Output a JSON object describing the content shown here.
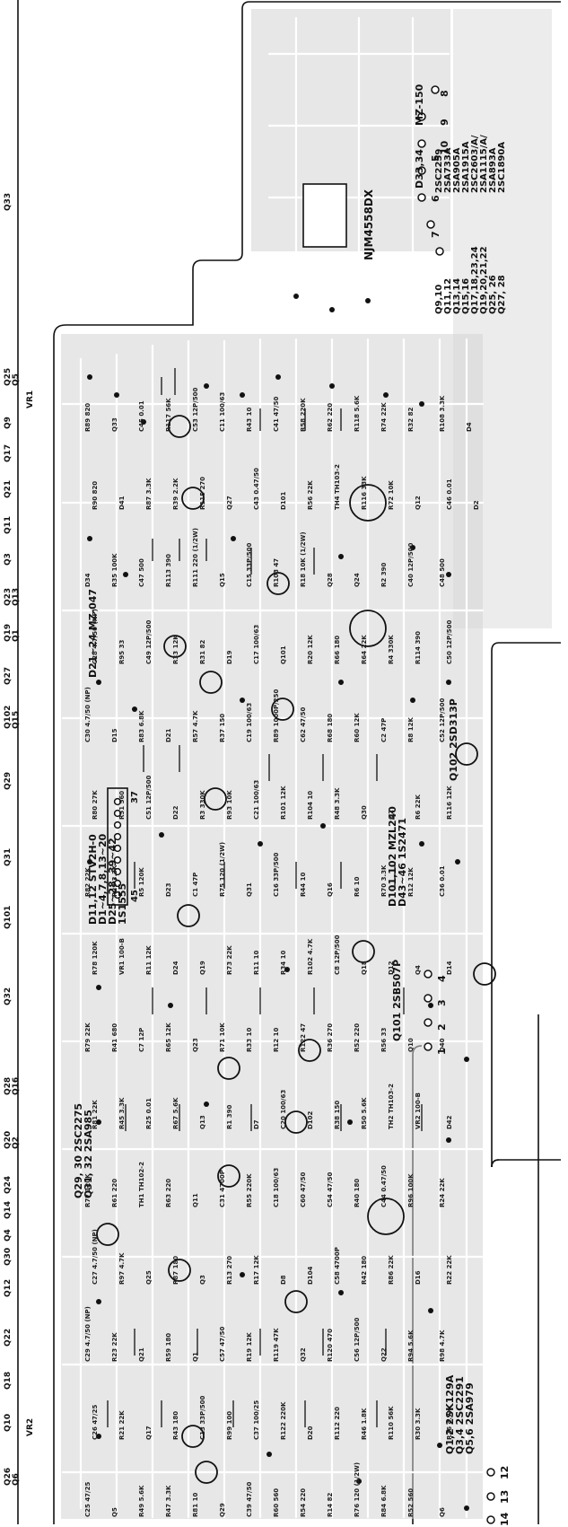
{
  "edge_labels": {
    "left": [
      "Q26",
      "Q6",
      "Q10",
      "Q18",
      "Q22",
      "Q12",
      "Q30",
      "Q4",
      "Q14",
      "Q24",
      "Q20",
      "Q2",
      "Q28",
      "Q16",
      "Q32",
      "Q101",
      "Q31",
      "Q29",
      "Q102",
      "Q15",
      "Q27",
      "Q19",
      "Q1",
      "Q23",
      "Q13",
      "Q3",
      "Q11",
      "Q21",
      "Q17",
      "Q9",
      "Q25",
      "Q5",
      "Q33"
    ],
    "vr2": "VR2",
    "vr1": "VR1"
  },
  "tables": {
    "top_right": [
      "2SC2259",
      "2SA733A",
      "2SA905A",
      "2SA1915A",
      "2SC2603/A/",
      "2SA1115/A/",
      "2SA893A",
      "2SC1890A"
    ],
    "top_right_q": [
      "Q9,10",
      "Q11,12",
      "Q13,14",
      "Q15,16",
      "Q17,18,23,24",
      "Q19,20,21,22",
      "Q25, 26",
      "Q27, 28"
    ],
    "mz150": "MZ-150",
    "d33": "D33,34",
    "opamp": "NJM4558DX",
    "d21": "D21~24  MZ-047",
    "stv": [
      "D11,12  STV2H-0",
      "D1~4,7,8,13~20",
      "D25~28, 39~42",
      "1S1555"
    ],
    "q29": [
      "Q29, 30  2SC2275",
      "Q31, 32  2SA985"
    ],
    "mz240": [
      "D101,102  MZL240",
      "D43~46  1S2471"
    ],
    "q101": "Q101  2SB507P",
    "q102": "Q102  2SD313P",
    "bottom": [
      "Q1,2   2SK129A",
      "Q3,4   2SC2291",
      "Q5,6   2SA979"
    ]
  },
  "connectors": [
    "37",
    "45",
    "1",
    "2",
    "3",
    "4",
    "12",
    "13",
    "14",
    "5",
    "6",
    "7",
    "8",
    "9",
    "10"
  ],
  "components": [
    "R89 820",
    "R90 820",
    "D34",
    "C28 4.7/50 (NP)",
    "C30 4.7/50 (NP)",
    "R80 27K",
    "R82 22K",
    "R78 120K",
    "R79 22K",
    "R81 22K",
    "R77 120K",
    "C27 4.7/50 (NP)",
    "C29 4.7/50 (NP)",
    "C26 47/25",
    "C25 47/25",
    "Q33",
    "D41",
    "R35 100K",
    "R95 33",
    "D15",
    "R51 560",
    "R29 3.3K",
    "VR1 100-B",
    "R41 680",
    "R45 3.3K",
    "R61 220",
    "R97 4.7K",
    "R23 22K",
    "R21 22K",
    "Q5",
    "C45 0.01",
    "R87 3.3K",
    "C47 500",
    "C49 12P/500",
    "R83 6.8K",
    "C51 12P/500",
    "R5 120K",
    "R11 12K",
    "C7 12P",
    "R25 0.01",
    "TH1 TH102-2",
    "Q25",
    "Q21",
    "Q17",
    "R49 5.6K",
    "R117 56K",
    "R39 2.2K",
    "R113 390",
    "R33 12K",
    "D21",
    "D22",
    "D23",
    "D24",
    "R65 12K",
    "R67 5.6K",
    "R63 220",
    "R87 180",
    "R59 180",
    "R43 180",
    "R47 3.3K",
    "C53 12P/500",
    "R115 270",
    "R111 220 (1/2W)",
    "R31 82",
    "R57 4.7K",
    "R3 330K",
    "C1 47P",
    "Q19",
    "Q23",
    "Q13",
    "Q11",
    "Q3",
    "Q1",
    "C13 33P/500",
    "R81 10",
    "C11 100/63",
    "Q27",
    "Q15",
    "D19",
    "R37 150",
    "R93 10K",
    "R75 120 (1/2W)",
    "R73 22K",
    "R71 10K",
    "R1 390",
    "C31 4700P",
    "R13 270",
    "C57 47/50",
    "R99 100",
    "Q29",
    "R43 10",
    "C43 0.47/50",
    "C15 33P/500",
    "C17 100/63",
    "C19 100/63",
    "C21 100/63",
    "Q31",
    "R11 10",
    "R33 10",
    "D7",
    "R55 220K",
    "R17 12K",
    "R19 12K",
    "C37 100/25",
    "C39 47/50",
    "C41 47/50",
    "D101",
    "R103 47",
    "Q101",
    "R89 1000P/250",
    "R101 12K",
    "C16 33P/500",
    "R34 10",
    "R12 10",
    "C20 100/63",
    "C18 100/63",
    "D8",
    "R119 47K",
    "R122 220K",
    "R60 560",
    "R58 220K",
    "R56 22K",
    "R18 10K (1/2W)",
    "R20 12K",
    "C62 47/50",
    "R104 10",
    "R44 10",
    "R102 4.7K",
    "R122 47",
    "D102",
    "C60 47/50",
    "D104",
    "Q32",
    "D20",
    "R54 220",
    "R62 220",
    "TH4 TH103-2",
    "Q28",
    "R66 180",
    "R68 180",
    "R48 3.3K",
    "Q16",
    "C8 12P/500",
    "R36 270",
    "R38 150",
    "C54 47/50",
    "C58 4700P",
    "R120 470",
    "R112 220",
    "R14 82",
    "R118 5.6K",
    "R116 33K",
    "Q24",
    "R64 22K",
    "R60 12K",
    "Q30",
    "R6 10",
    "Q18",
    "R52 220",
    "R50 5.6K",
    "R40 180",
    "R42 180",
    "C56 12P/500",
    "R46 1.8K",
    "R76 120 (1/2W)",
    "R74 22K",
    "R72 10K",
    "R2 390",
    "R4 330K",
    "C2 47P",
    "Q2",
    "R70 3.3K",
    "D12",
    "R56 33",
    "TH2 TH103-2",
    "C44 0.47/50",
    "R86 22K",
    "Q22",
    "R110 56K",
    "R84 6.8K",
    "R32 82",
    "Q12",
    "C40 12P/500",
    "R114 390",
    "R8 12K",
    "R6 22K",
    "R12 12K",
    "Q4",
    "Q10",
    "VR2 100-B",
    "R96 100K",
    "D16",
    "R94 5.6K",
    "R30 3.3K",
    "R52 560",
    "R108 3.3K",
    "C46 0.01",
    "C48 500",
    "C50 12P/500",
    "C52 12P/500",
    "R116 12K",
    "C36 0.01",
    "D14",
    "D40",
    "D42",
    "R24 22K",
    "R22 22K",
    "R98 4.7K",
    "R26 4.7K",
    "Q6",
    "D4",
    "D2"
  ],
  "trace_color": "#c9c9c9",
  "pad_color": "#111111"
}
